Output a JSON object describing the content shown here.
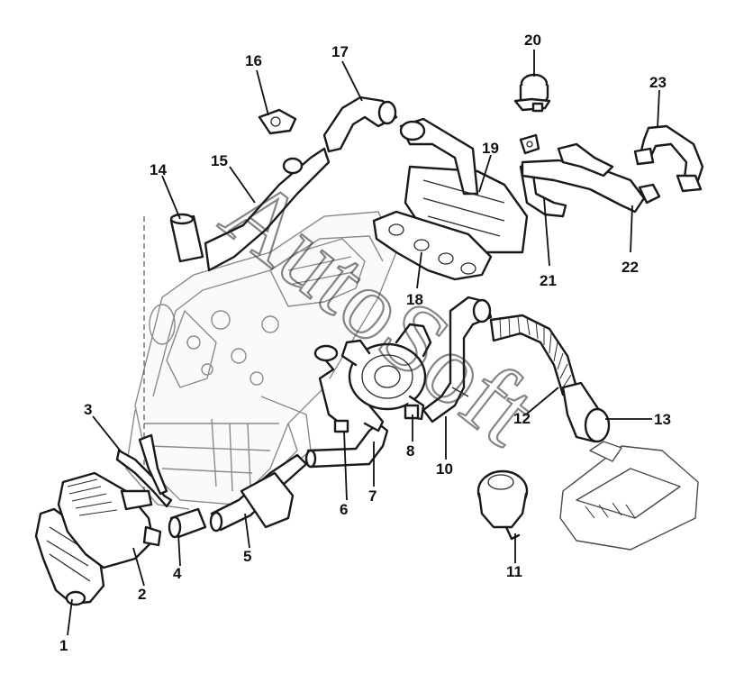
{
  "watermark": "AutoSoft",
  "callouts": [
    "1",
    "2",
    "3",
    "4",
    "5",
    "6",
    "7",
    "8",
    "10",
    "11",
    "12",
    "13",
    "14",
    "15",
    "16",
    "17",
    "18",
    "19",
    "20",
    "21",
    "22",
    "23"
  ]
}
